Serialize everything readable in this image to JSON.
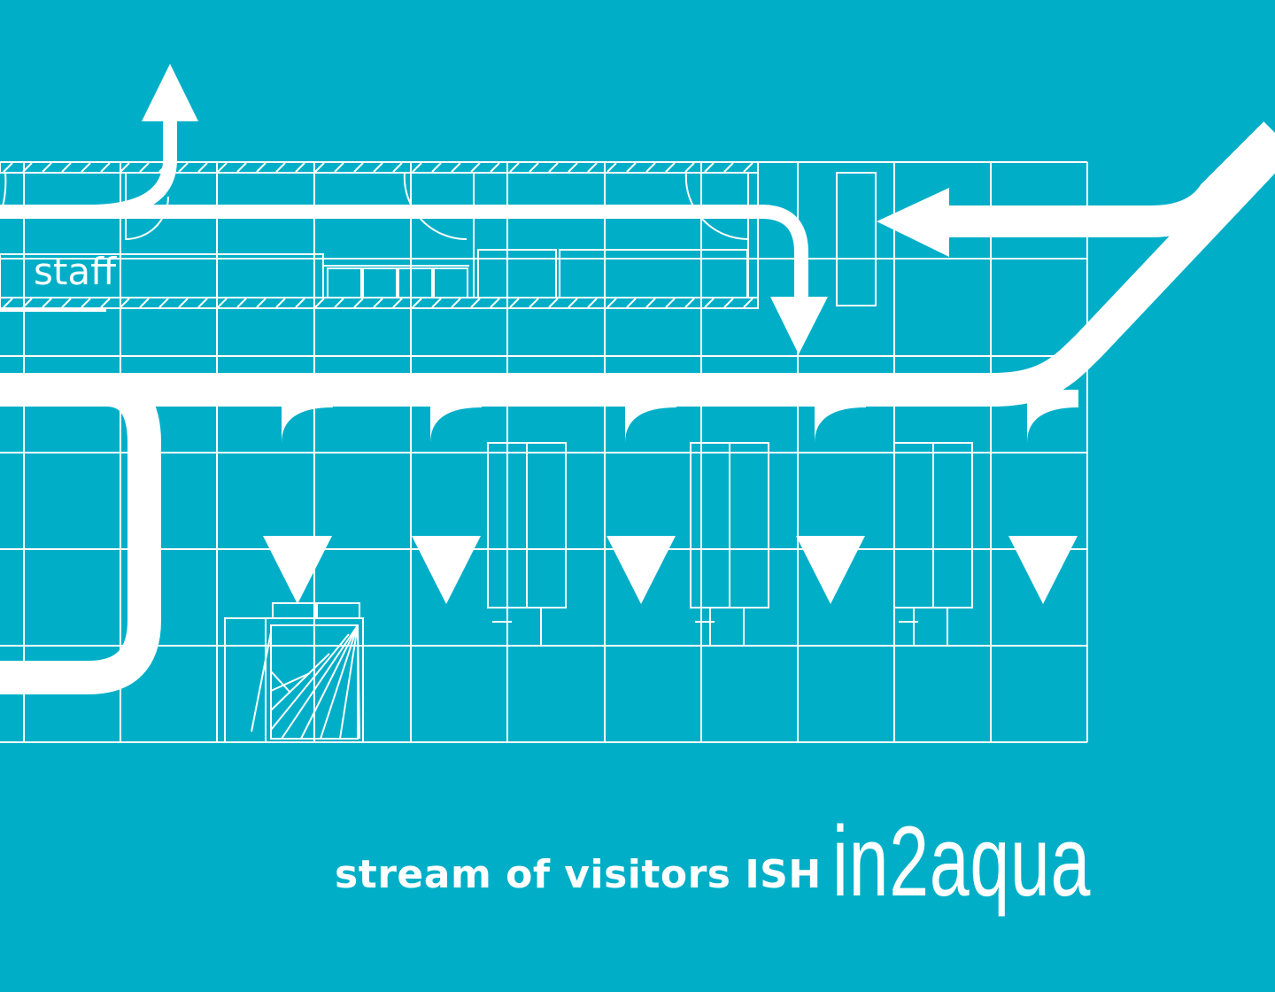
{
  "labels": {
    "staff": "staff",
    "caption": "stream of visitors ISH",
    "logo": "in2aqua"
  },
  "colors": {
    "background": "#00AFC7",
    "lines": "#FFFFFF"
  }
}
